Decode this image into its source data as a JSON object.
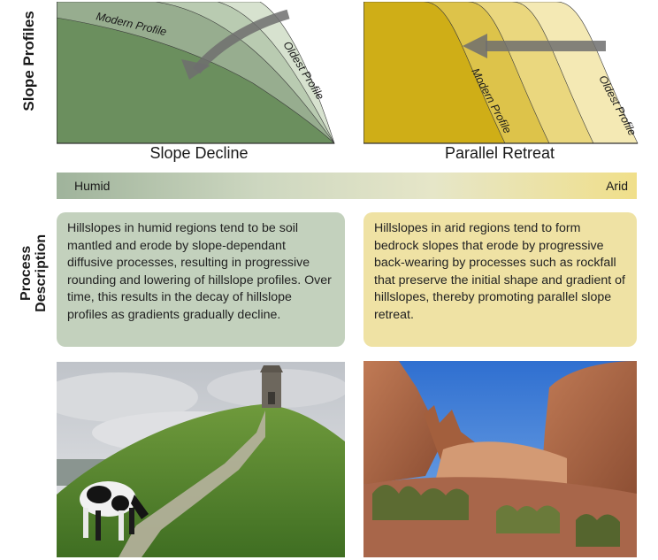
{
  "axis_labels": {
    "slope_profiles": "Slope Profiles",
    "process_description_line1": "Process",
    "process_description_line2": "Description"
  },
  "slope_decline": {
    "caption": "Slope Decline",
    "modern_label": "Modern Profile",
    "oldest_label": "Oldest Profile",
    "colors": [
      "#d7e2cf",
      "#b9cbb1",
      "#97ad8f",
      "#6b8f5e"
    ]
  },
  "parallel_retreat": {
    "caption": "Parallel Retreat",
    "modern_label": "Modern Profile",
    "oldest_label": "Oldest Profile",
    "colors": [
      "#f4e9b4",
      "#ead77e",
      "#ddc34a",
      "#cfae17"
    ]
  },
  "climate_bar": {
    "left_label": "Humid",
    "right_label": "Arid"
  },
  "humid_description": "Hillslopes in humid regions tend to be soil mantled and erode by slope-dependant diffusive processes, resulting in progressive rounding and lowering of hillslope profiles. Over time, this results in the decay of hillslope profiles as gradients gradually decline.",
  "arid_description": "Hillslopes in arid regions tend to form bedrock slopes that erode by progressive back-wearing by processes such as rockfall that preserve the initial shape and gradient of hillslopes, thereby promoting parallel slope retreat."
}
